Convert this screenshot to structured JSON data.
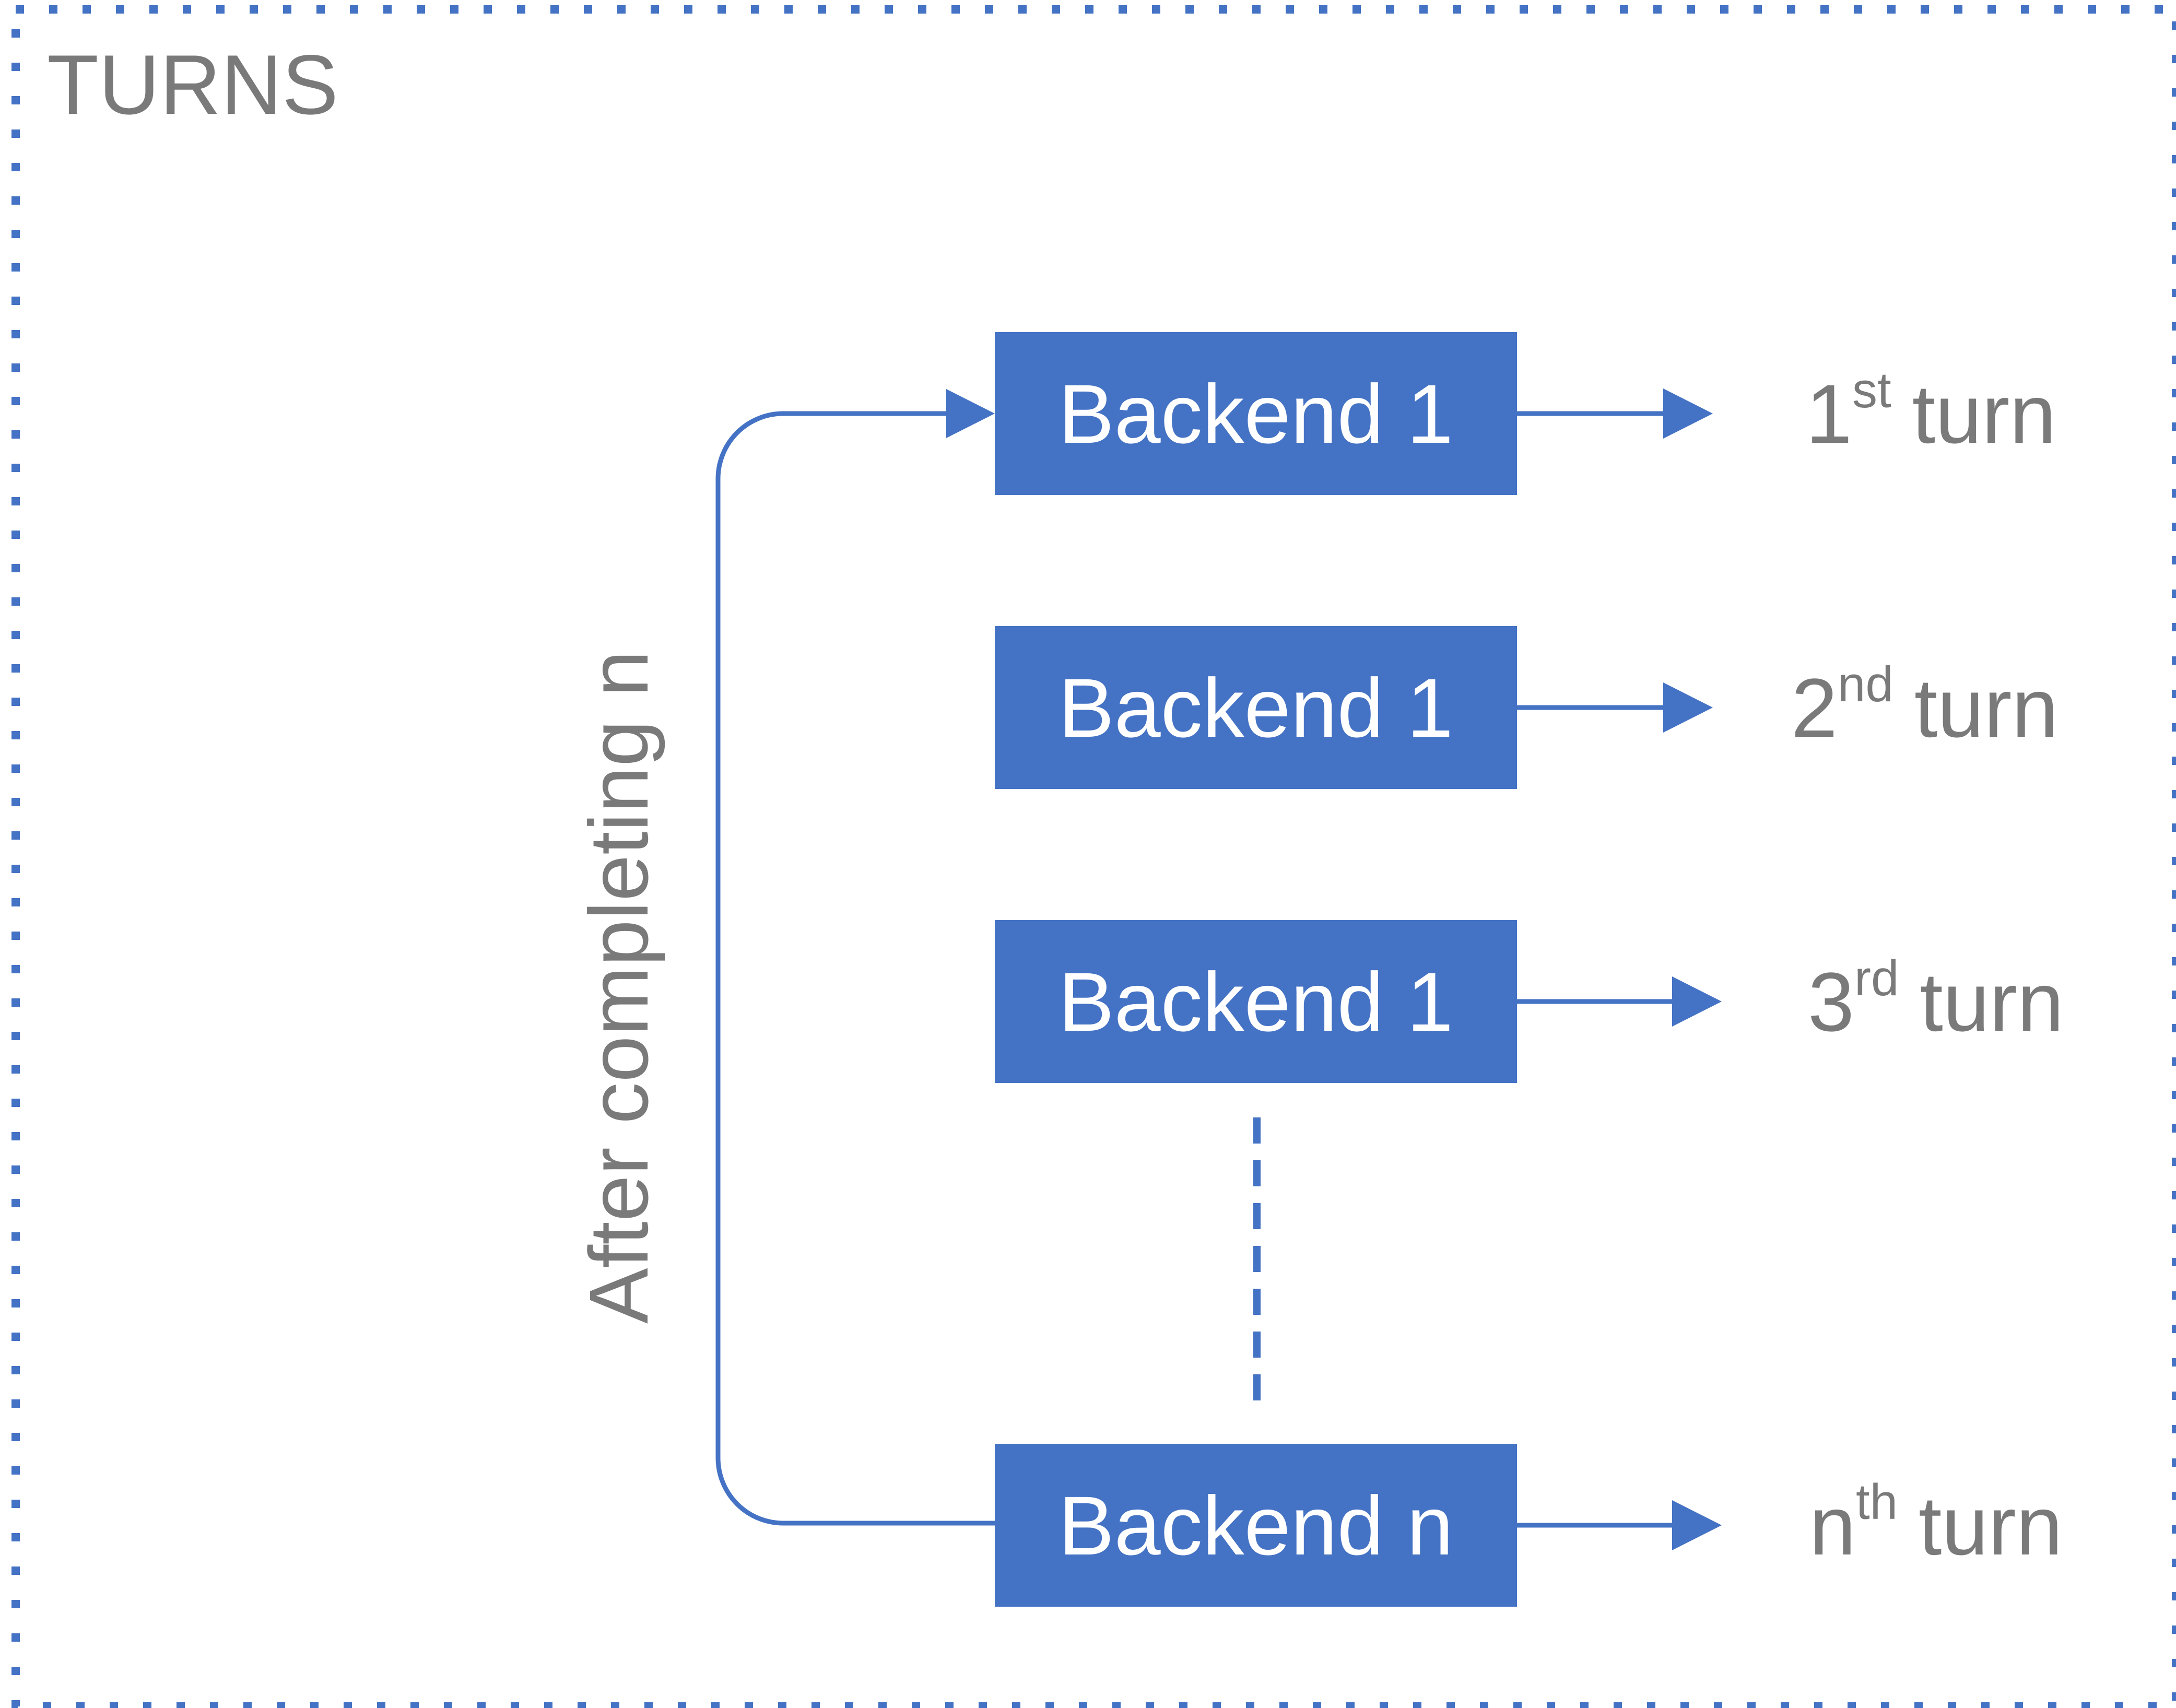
{
  "frame": {
    "title": "TURNS",
    "border_color": "#4472C4"
  },
  "colors": {
    "box_fill": "#4472C4",
    "box_text": "#ffffff",
    "connector": "#4472C4",
    "label_text": "#7a7a7a"
  },
  "loop_label": "After completing n",
  "backends": [
    {
      "label": "Backend 1",
      "turn_number": "1",
      "turn_suffix": "st",
      "turn_word": "turn"
    },
    {
      "label": "Backend 1",
      "turn_number": "2",
      "turn_suffix": "nd",
      "turn_word": "turn"
    },
    {
      "label": "Backend 1",
      "turn_number": "3",
      "turn_suffix": "rd",
      "turn_word": "turn"
    },
    {
      "label": "Backend n",
      "turn_number": "n",
      "turn_suffix": "th",
      "turn_word": "turn"
    }
  ]
}
